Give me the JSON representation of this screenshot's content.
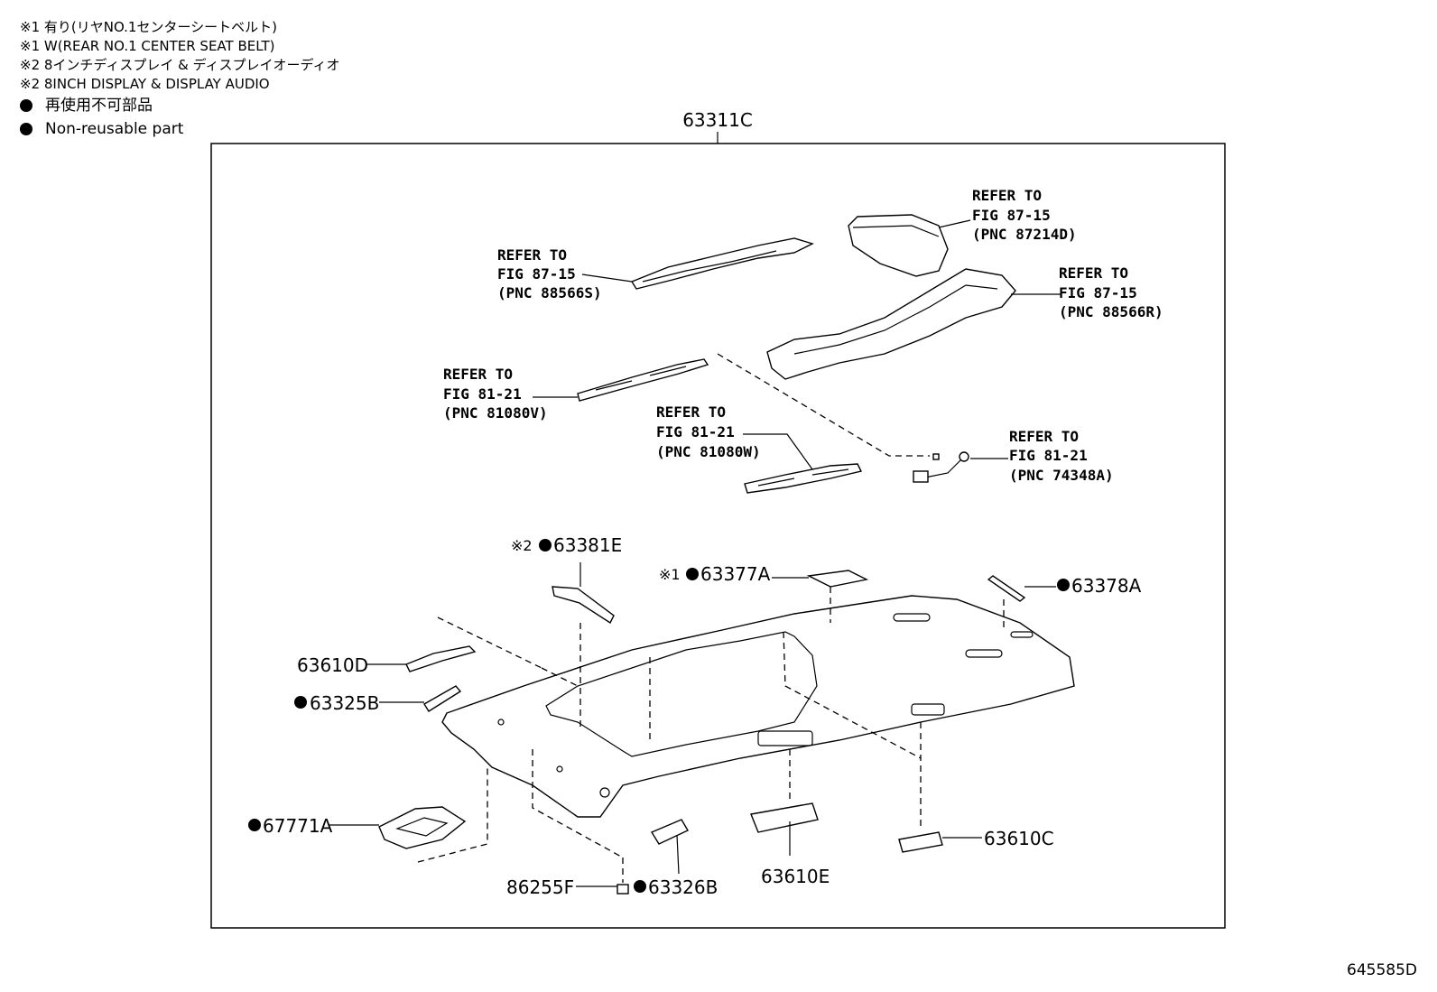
{
  "legend": {
    "line1": "※1 有り(リヤNO.1センターシートベルト)",
    "line2": "※1 W(REAR NO.1 CENTER SEAT BELT)",
    "line3": "※2 8インチディスプレイ & ディスプレイオーディオ",
    "line4": "※2 8INCH DISPLAY & DISPLAY AUDIO",
    "line5": "再使用不可部品",
    "line6": "Non-reusable part"
  },
  "assembly_label": "63311C",
  "references": {
    "r1": {
      "l1": "REFER TO",
      "l2": "FIG 87-15",
      "l3": "(PNC 87214D)"
    },
    "r2": {
      "l1": "REFER TO",
      "l2": "FIG 87-15",
      "l3": "(PNC 88566S)"
    },
    "r3": {
      "l1": "REFER TO",
      "l2": "FIG 87-15",
      "l3": "(PNC 88566R)"
    },
    "r4": {
      "l1": "REFER TO",
      "l2": "FIG 81-21",
      "l3": "(PNC 81080V)"
    },
    "r5": {
      "l1": "REFER TO",
      "l2": "FIG 81-21",
      "l3": "(PNC 81080W)"
    },
    "r6": {
      "l1": "REFER TO",
      "l2": "FIG 81-21",
      "l3": "(PNC 74348A)"
    }
  },
  "parts": {
    "p63381E": {
      "note": "※2",
      "number": "63381E"
    },
    "p63377A": {
      "note": "※1",
      "number": "63377A"
    },
    "p63378A": {
      "number": "63378A"
    },
    "p63610D": {
      "number": "63610D"
    },
    "p63325B": {
      "number": "63325B"
    },
    "p67771A": {
      "number": "67771A"
    },
    "p86255F": {
      "number": "86255F"
    },
    "p63326B": {
      "number": "63326B"
    },
    "p63610E": {
      "number": "63610E"
    },
    "p63610C": {
      "number": "63610C"
    }
  },
  "diagram_id": "645585D"
}
